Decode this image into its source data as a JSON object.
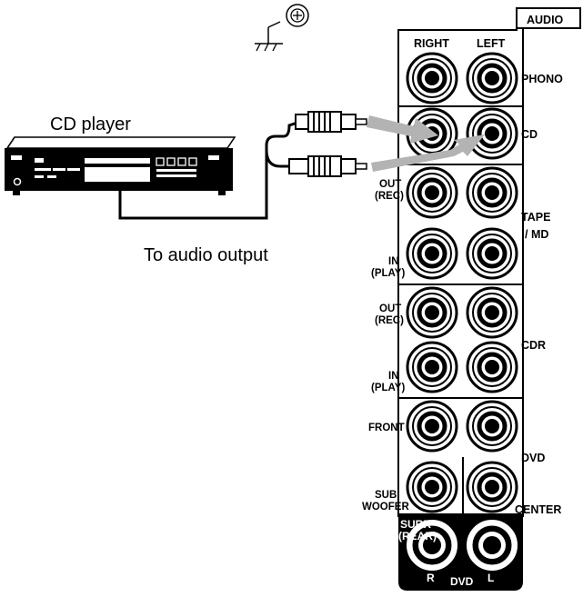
{
  "device": {
    "name": "CD player",
    "output_caption": "To audio output"
  },
  "panel": {
    "header": "AUDIO",
    "columns": {
      "right": "RIGHT",
      "left": "LEFT"
    },
    "groups": {
      "phono": "PHONO",
      "cd": "CD",
      "tape_line1": "TAPE",
      "tape_line2": "/ MD",
      "cdr": "CDR",
      "dvd": "DVD",
      "center": "CENTER"
    },
    "row_labels": {
      "out": "OUT",
      "rec": "(REC)",
      "in": "IN",
      "play": "(PLAY)",
      "front": "FRONT",
      "sub": "SUB",
      "woofer": "WOOFER",
      "surr": "SURR",
      "rear": "(REAR)"
    },
    "bottom": {
      "r": "R",
      "dvd": "DVD",
      "l": "L"
    }
  },
  "colors": {
    "arrow": "#b3b3b3",
    "ink": "#000000",
    "panel_bg": "#ffffff"
  },
  "icons": [
    "ground-symbol-icon",
    "screw-terminal-icon"
  ]
}
